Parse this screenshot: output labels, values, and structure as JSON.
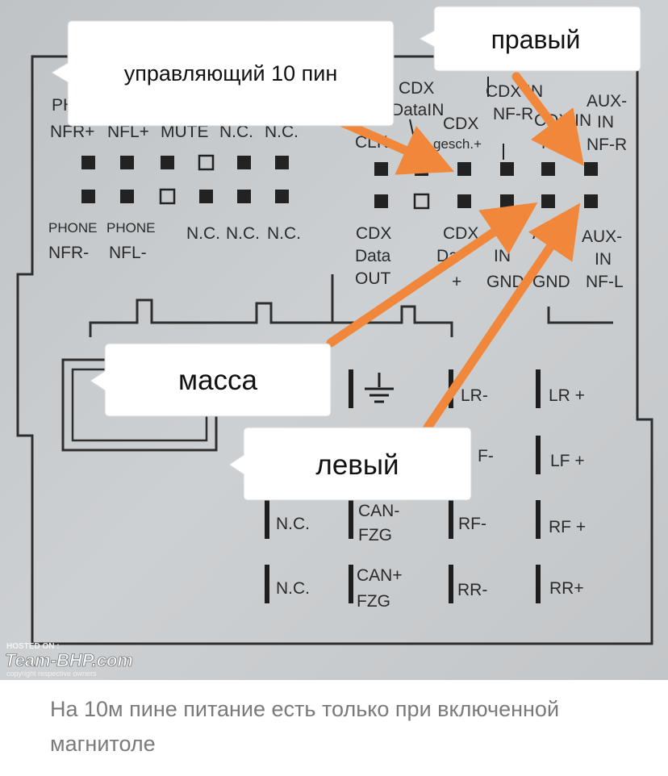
{
  "callouts": {
    "control": "управляющий 10 пин",
    "right": "правый",
    "ground": "масса",
    "left": "левый"
  },
  "panel": {
    "top_row_labels": [
      "PH",
      "NFR+",
      "NFL+",
      "MUTE",
      "N.C.",
      "N.C."
    ],
    "bottom_row_labels_line1": [
      "PHONE",
      "PHONE",
      "N.C.",
      "N.C.",
      "N.C."
    ],
    "bottom_row_labels_line2": [
      "NFR-",
      "NFL-"
    ],
    "right_top_labels": {
      "cdx_datain_1": "CDX",
      "cdx_datain_2": "DataIN",
      "clk": "CLK",
      "cdx_gesch_1": "CDX",
      "cdx_gesch_2": "gesch.+",
      "cdx_in_nfr_1": "CDX IN",
      "cdx_in_nfr_2": "NF-R",
      "cdx_in_nfl_1": "CDX IN",
      "cdx_in_nfl_2": "NF-L",
      "aux_nfr_1": "AUX-",
      "aux_nfr_2": "IN",
      "aux_nfr_3": "NF-R"
    },
    "right_bottom_labels": {
      "data_out_1": "CDX",
      "data_out_2": "Data",
      "data_out_3": "OUT",
      "cdx_2": "CDX",
      "cdx_2b": "Da",
      "plus": "+",
      "in_gnd_1": "IN",
      "in_gnd_2": "GND",
      "aux_gnd_1": "AU",
      "aux_gnd_2": "GND",
      "aux_nfl_1": "AUX-",
      "aux_nfl_2": "IN",
      "aux_nfl_3": "NF-L"
    },
    "speaker_labels": {
      "lr_minus": "LR-",
      "lr_plus": "LR +",
      "lf_minus": "F-",
      "lf_plus": "LF +",
      "nc1": "N.C.",
      "can_minus_1": "CAN-",
      "can_minus_2": "FZG",
      "rf_minus": "RF-",
      "rf_plus": "RF +",
      "nc2": "N.C.",
      "can_plus_1": "CAN+",
      "can_plus_2": "FZG",
      "rr_minus": "RR-",
      "rr_plus": "RR+"
    }
  },
  "watermark": {
    "hosted": "HOSTED ON :",
    "brand": "Team-BHP.com",
    "copyright": "copyright respective owners"
  },
  "caption": "На 10м пине питание есть только при включенной магнитоле",
  "colors": {
    "arrow": "#f0873a",
    "panel": "#c9ccce",
    "ink": "#222222"
  }
}
